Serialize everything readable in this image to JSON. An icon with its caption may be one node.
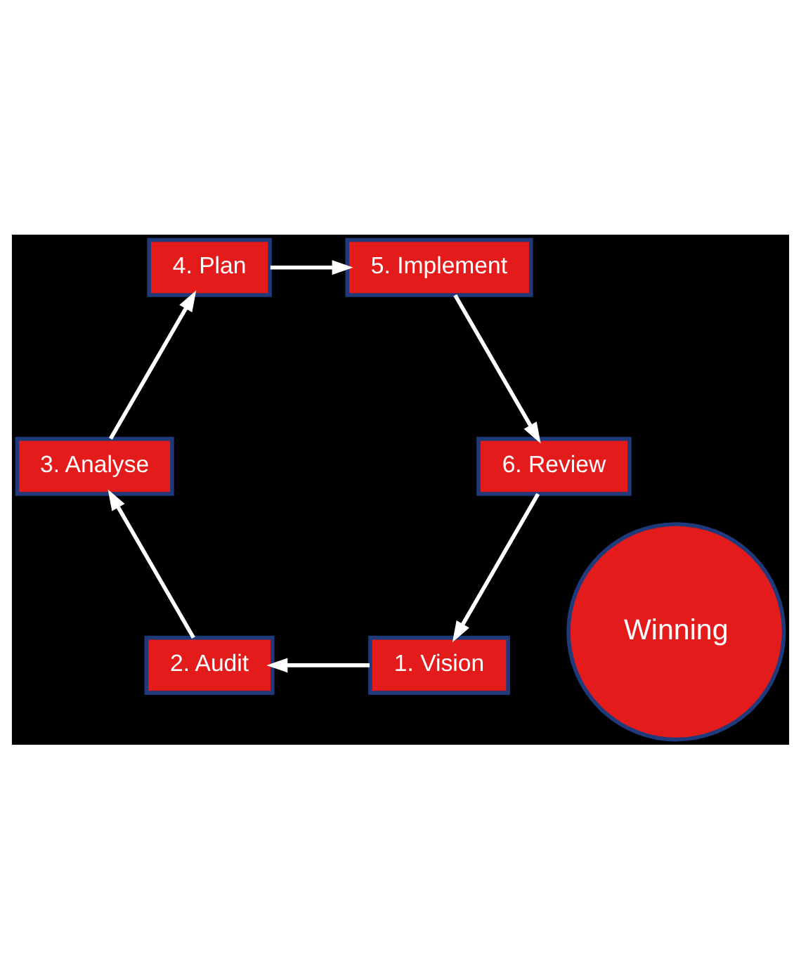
{
  "diagram": {
    "nodes": [
      {
        "text": [
          "Winning"
        ]
      },
      {
        "text": [
          "1. Vision"
        ]
      },
      {
        "text": [
          "2. Audit"
        ]
      },
      {
        "text": [
          "3. Analyse"
        ]
      },
      {
        "text": [
          "4. Plan"
        ]
      },
      {
        "text": [
          "5. Implement"
        ]
      },
      {
        "text": [
          "6. Review"
        ]
      }
    ],
    "edges": [
      {
        "from": 1,
        "to": 2,
        "arrow": "to"
      },
      {
        "from": 2,
        "to": 3,
        "arrow": "to"
      },
      {
        "from": 3,
        "to": 4,
        "arrow": "to"
      },
      {
        "from": 4,
        "to": 5,
        "arrow": "to"
      },
      {
        "from": 5,
        "to": 6,
        "arrow": "to"
      },
      {
        "from": 6,
        "to": 1,
        "arrow": "to"
      }
    ]
  }
}
